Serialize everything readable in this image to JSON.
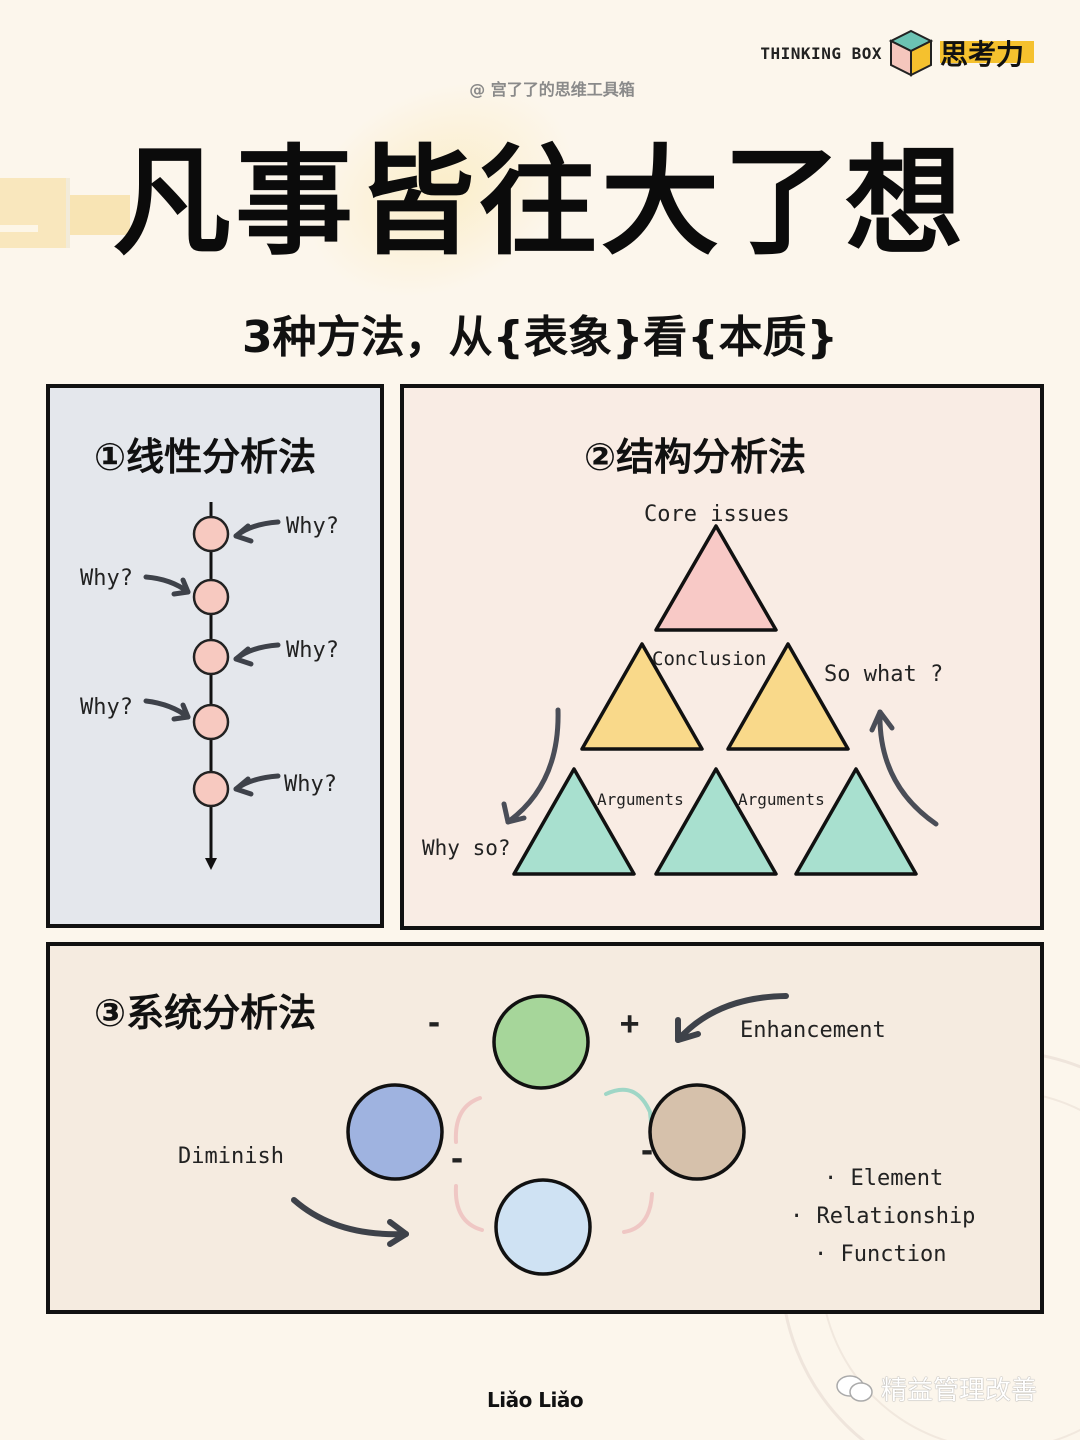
{
  "header": {
    "brand_en": "THINKING BOX",
    "brand_cn": "思考力",
    "handle": "@ 宫了了的思维工具箱",
    "cube_colors": {
      "top": "#6cc3b3",
      "left": "#f5c6bd",
      "right": "#f5c12e"
    }
  },
  "title": "凡事皆往大了想",
  "subtitle": "3种方法，从{表象}看{本质}",
  "panels": {
    "linear": {
      "title": "①线性分析法",
      "bg": "#e4e7ec",
      "node_color": "#f7c9c0",
      "labels": [
        "Why?",
        "Why?",
        "Why?",
        "Why?",
        "Why?"
      ],
      "label_sides": [
        "right",
        "left",
        "right",
        "left",
        "right"
      ]
    },
    "structure": {
      "title": "②结构分析法",
      "bg": "#f9ece4",
      "labels": {
        "top": "Core issues",
        "middle": "Conclusion",
        "bottom_left": "Arguments",
        "bottom_right": "Arguments",
        "down_arrow": "Why so?",
        "up_arrow": "So  what ?"
      },
      "colors": {
        "top": "#f8c9c6",
        "middle": "#f9d98a",
        "bottom": "#a8e0cf"
      }
    },
    "system": {
      "title": "③系统分析法",
      "bg": "#f5ebe0",
      "labels": {
        "enhancement": "Enhancement",
        "diminish": "Diminish",
        "plus": "+",
        "minus": "-"
      },
      "circles": [
        {
          "name": "top",
          "color": "#a6d69a"
        },
        {
          "name": "left",
          "color": "#9fb3e0"
        },
        {
          "name": "right",
          "color": "#d6c1ab"
        },
        {
          "name": "bottom",
          "color": "#cfe2f3"
        }
      ],
      "bullets": [
        "· Element",
        "· Relationship",
        "· Function"
      ]
    }
  },
  "footer": {
    "brand": "Liǎo Liǎo",
    "wechat_name": "精益管理改善"
  }
}
